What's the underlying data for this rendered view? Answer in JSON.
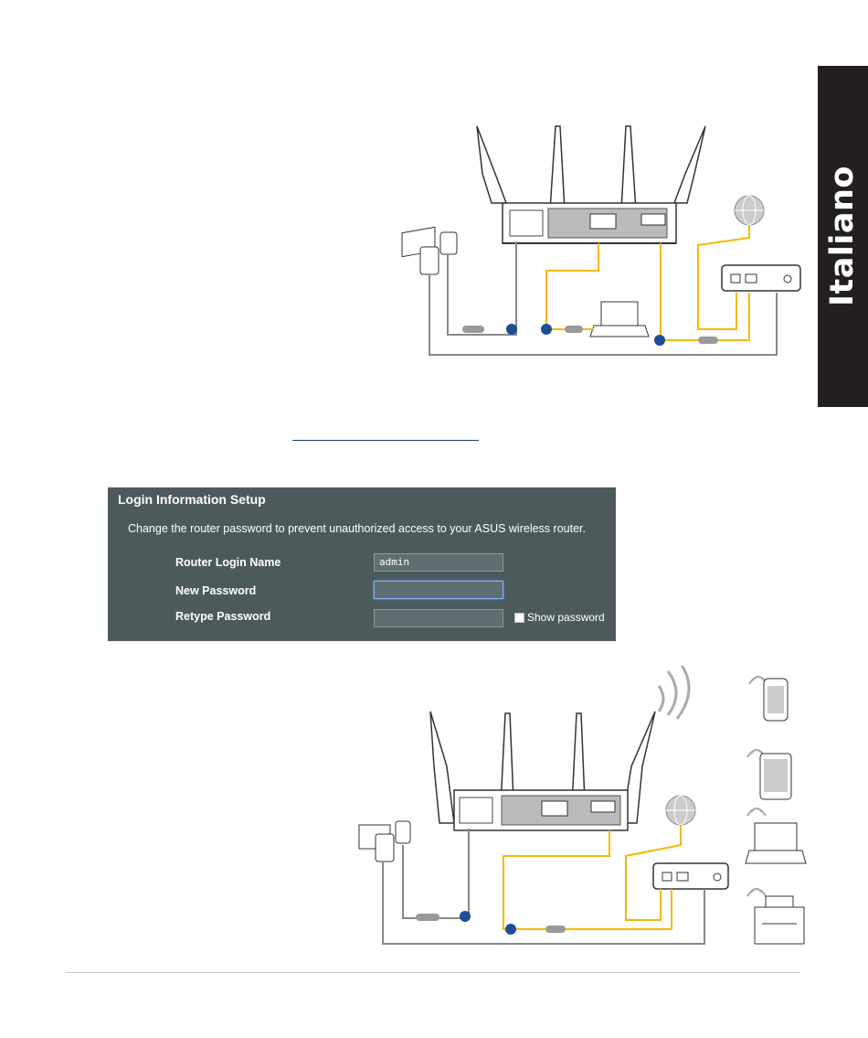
{
  "side_tab": {
    "label": "Italiano"
  },
  "login_setup": {
    "title": "Login Information Setup",
    "description": "Change the router password to prevent unauthorized access to your ASUS wireless router.",
    "fields": [
      {
        "label": "Router Login Name",
        "value": "admin"
      },
      {
        "label": "New Password",
        "value": ""
      },
      {
        "label": "Retype Password",
        "value": ""
      }
    ],
    "show_password_label": "Show password",
    "show_password_checked": false
  },
  "colors": {
    "side_tab_bg": "#231f20",
    "panel_bg": "#4d5a5c",
    "cable_yellow": "#f5b800",
    "connector_blue": "#1e4f95"
  }
}
